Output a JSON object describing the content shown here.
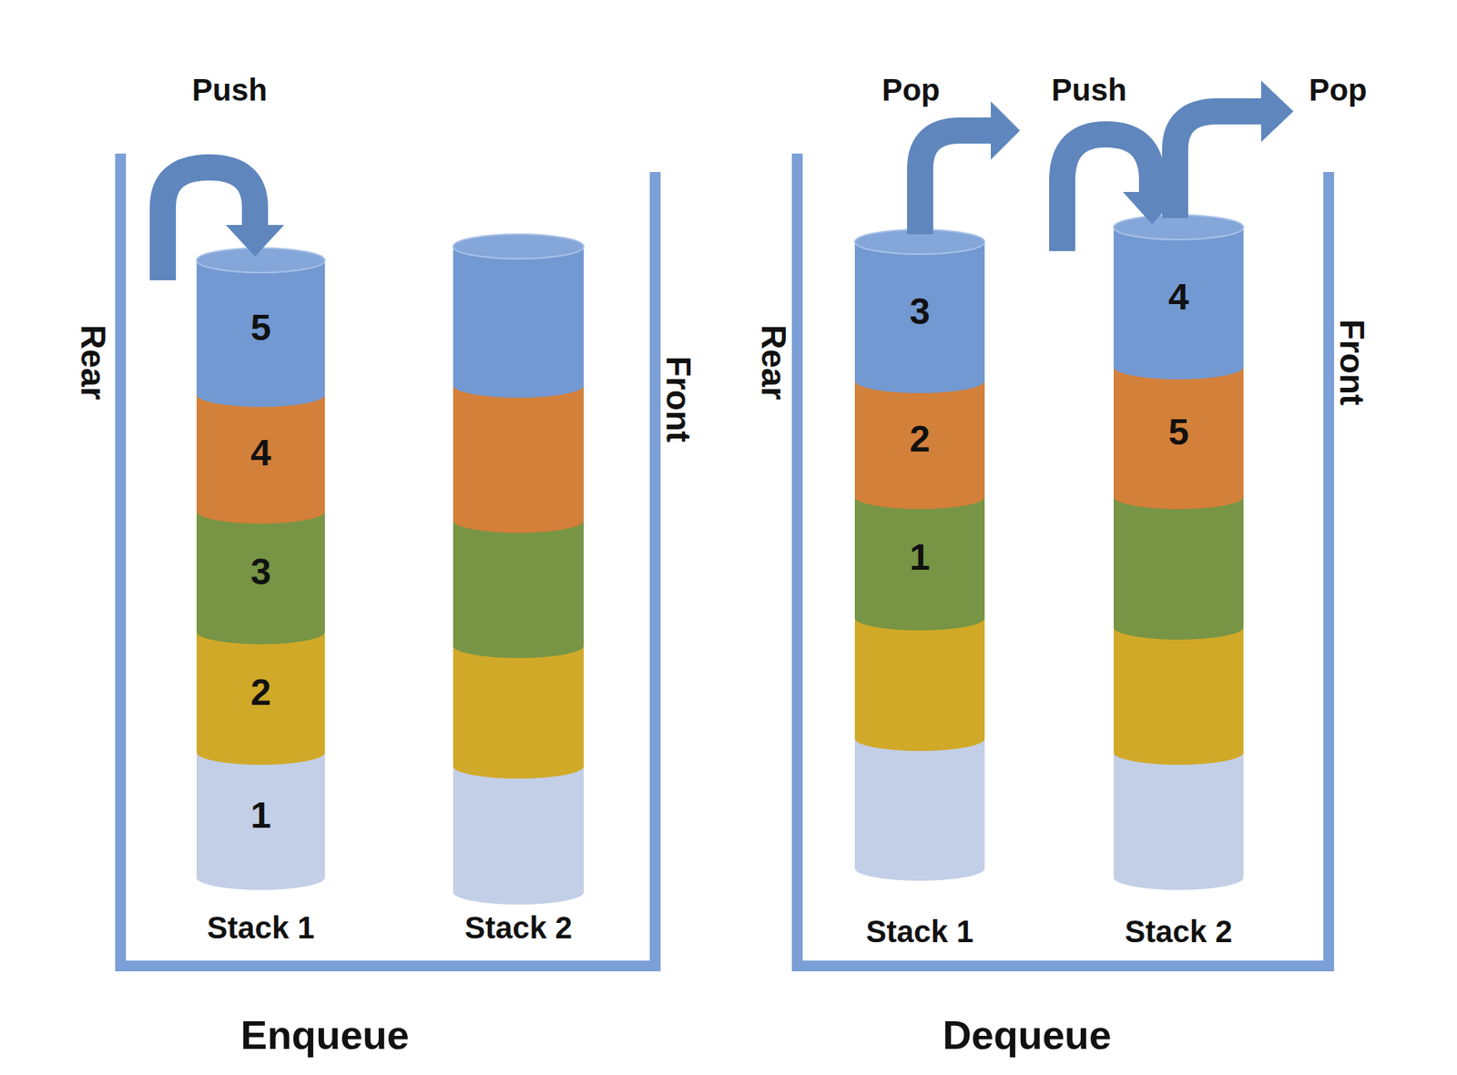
{
  "diagram": {
    "nodes": [
      {
        "text": [
          "Stack 1"
        ]
      },
      {
        "text": [
          "5"
        ],
        "in": 0
      },
      {
        "text": [
          "4"
        ],
        "in": 0
      },
      {
        "text": [
          "3"
        ],
        "in": 0
      },
      {
        "text": [
          "2"
        ],
        "in": 0
      },
      {
        "text": [
          "1"
        ],
        "in": 0
      },
      {
        "text": [
          "Stack 2"
        ]
      },
      {
        "text": [
          "Stack 1"
        ]
      },
      {
        "text": [
          "3"
        ],
        "in": 7
      },
      {
        "text": [
          "2"
        ],
        "in": 7
      },
      {
        "text": [
          "1"
        ],
        "in": 7
      },
      {
        "text": [
          "Stack 2"
        ]
      },
      {
        "text": [
          "4"
        ],
        "in": 11
      },
      {
        "text": [
          "5"
        ],
        "in": 11
      }
    ],
    "labels": [
      "Push",
      "Rear",
      "Front",
      "Enqueue",
      "Pop",
      "Push",
      "Pop",
      "Rear",
      "Front",
      "Dequeue"
    ]
  }
}
